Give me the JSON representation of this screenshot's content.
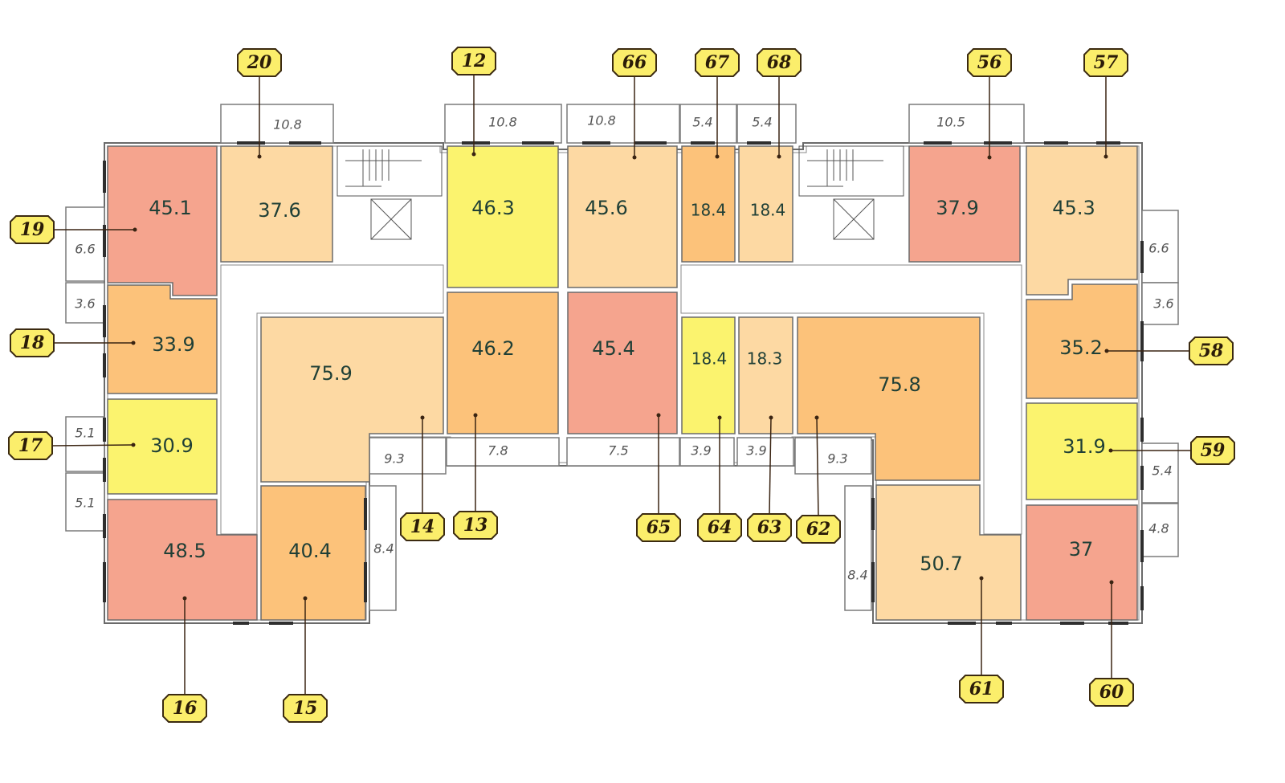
{
  "palette": {
    "red": "#f5a48e",
    "peach": "#fdd9a3",
    "orange": "#fcc27a",
    "yellow": "#fbf36e",
    "tag_fill": "#fbee6b"
  },
  "rooms": [
    {
      "id": "19",
      "area": "45.1",
      "color": "red"
    },
    {
      "id": "20",
      "area": "37.6",
      "color": "peach"
    },
    {
      "id": "12",
      "area": "46.3",
      "color": "yellow"
    },
    {
      "id": "66",
      "area": "45.6",
      "color": "peach"
    },
    {
      "id": "67",
      "area": "18.4",
      "color": "orange"
    },
    {
      "id": "68",
      "area": "18.4",
      "color": "peach"
    },
    {
      "id": "56",
      "area": "37.9",
      "color": "red"
    },
    {
      "id": "57",
      "area": "45.3",
      "color": "peach"
    },
    {
      "id": "18",
      "area": "33.9",
      "color": "orange"
    },
    {
      "id": "17",
      "area": "30.9",
      "color": "yellow"
    },
    {
      "id": "16",
      "area": "48.5",
      "color": "red"
    },
    {
      "id": "15",
      "area": "40.4",
      "color": "orange"
    },
    {
      "id": "14",
      "area": "75.9",
      "color": "peach"
    },
    {
      "id": "13",
      "area": "46.2",
      "color": "orange"
    },
    {
      "id": "65",
      "area": "45.4",
      "color": "red"
    },
    {
      "id": "64",
      "area": "18.4",
      "color": "yellow"
    },
    {
      "id": "63",
      "area": "18.3",
      "color": "peach"
    },
    {
      "id": "62",
      "area": "75.8",
      "color": "orange"
    },
    {
      "id": "61",
      "area": "50.7",
      "color": "peach"
    },
    {
      "id": "58",
      "area": "35.2",
      "color": "orange"
    },
    {
      "id": "59",
      "area": "31.9",
      "color": "yellow"
    },
    {
      "id": "60",
      "area": "37",
      "color": "red"
    }
  ],
  "balconies": [
    "10.8",
    "10.8",
    "10.8",
    "5.4",
    "5.4",
    "10.5",
    "6.6",
    "3.6",
    "5.1",
    "5.1",
    "6.6",
    "3.6",
    "5.4",
    "4.8",
    "9.3",
    "7.8",
    "7.5",
    "3.9",
    "3.9",
    "9.3",
    "8.4",
    "8.4"
  ]
}
